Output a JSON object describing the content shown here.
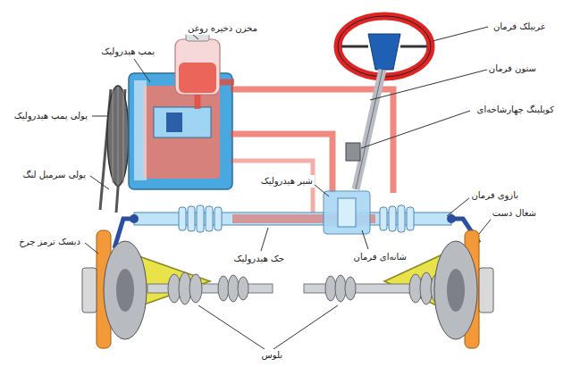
{
  "diagram": {
    "labels": [
      "مخزن ذخیره روغن",
      "غربیلک فرمان",
      "پمپ هیدرولیک",
      "ستون فرمان",
      "کوپلینگ چهارشاخه‌ای",
      "پولی پمپ هیدرولیک",
      "پولی سرمیل لنگ",
      "شیر هیدرولیک",
      "بازوی فرمان",
      "شغال دست",
      "دیسک ترمز چرخ",
      "جک هیدرولیک",
      "شانه‌ای فرمان",
      "بلوس"
    ]
  }
}
